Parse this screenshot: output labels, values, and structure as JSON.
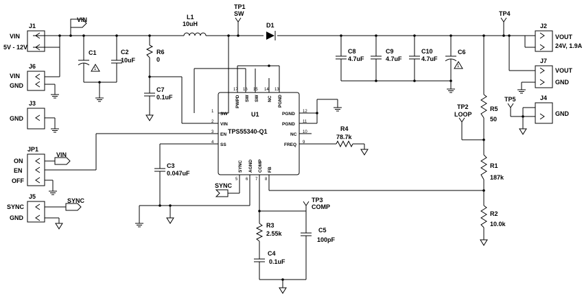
{
  "ic": {
    "ref": "U1",
    "part": "TPS55340-Q1",
    "pins": {
      "sw": "SW",
      "vin": "VIN",
      "en": "EN",
      "ss": "SS",
      "pwpd": "PWPD",
      "pgnd": "PGND",
      "nc": "NC",
      "freq": "FREQ",
      "sync": "SYNC",
      "agnd": "AGND",
      "comp": "COMP",
      "fb": "FB"
    },
    "pin_numbers": {
      "p1": "1",
      "p2": "2",
      "p3": "3",
      "p4": "4",
      "p5": "5",
      "p6": "6",
      "p7": "7",
      "p8": "8",
      "p9": "9",
      "p10": "10",
      "p11": "11",
      "p12": "12",
      "p13": "13",
      "p14": "14",
      "p15": "15",
      "p16": "16",
      "p17": "17"
    }
  },
  "connectors": {
    "j1": {
      "ref": "J1",
      "net": "VIN",
      "note": "5V - 12V"
    },
    "j6": {
      "ref": "J6",
      "pin_a": "VIN",
      "pin_b": "GND"
    },
    "j3": {
      "ref": "J3",
      "pin_a": "GND"
    },
    "jp1": {
      "ref": "JP1",
      "on": "ON",
      "en": "EN",
      "off": "OFF"
    },
    "j5": {
      "ref": "J5",
      "pin_a": "SYNC",
      "pin_b": "GND"
    },
    "j2": {
      "ref": "J2",
      "net": "VOUT",
      "note": "24V, 1.9A"
    },
    "j7": {
      "ref": "J7",
      "pin_a": "VOUT",
      "pin_b": "GND"
    },
    "j4": {
      "ref": "J4",
      "pin_a": "GND"
    }
  },
  "nets": {
    "vin": "VIN",
    "sync": "SYNC"
  },
  "testpoints": {
    "tp1": {
      "ref": "TP1",
      "net": "SW"
    },
    "tp2": {
      "ref": "TP2",
      "net": "LOOP"
    },
    "tp3": {
      "ref": "TP3",
      "net": "COMP"
    },
    "tp4": {
      "ref": "TP4"
    },
    "tp5": {
      "ref": "TP5"
    }
  },
  "components": {
    "l1": {
      "ref": "L1",
      "value": "10uH"
    },
    "d1": {
      "ref": "D1"
    },
    "c1": {
      "ref": "C1"
    },
    "c2": {
      "ref": "C2",
      "value": "10uF"
    },
    "r6": {
      "ref": "R6",
      "value": "0"
    },
    "c7": {
      "ref": "C7",
      "value": "0.1uF"
    },
    "c3": {
      "ref": "C3",
      "value": "0.047uF"
    },
    "c8": {
      "ref": "C8",
      "value": "4.7uF"
    },
    "c9": {
      "ref": "C9",
      "value": "4.7uF"
    },
    "c10": {
      "ref": "C10",
      "value": "4.7uF"
    },
    "c6": {
      "ref": "C6"
    },
    "r4": {
      "ref": "R4",
      "value": "78.7k"
    },
    "r5": {
      "ref": "R5",
      "value": "50"
    },
    "r1": {
      "ref": "R1",
      "value": "187k"
    },
    "r2": {
      "ref": "R2",
      "value": "10.0k"
    },
    "r3": {
      "ref": "R3",
      "value": "2.55k"
    },
    "c4": {
      "ref": "C4",
      "value": "0.1uF"
    },
    "c5": {
      "ref": "C5",
      "value": "100pF"
    }
  },
  "polarized_mark": "1"
}
